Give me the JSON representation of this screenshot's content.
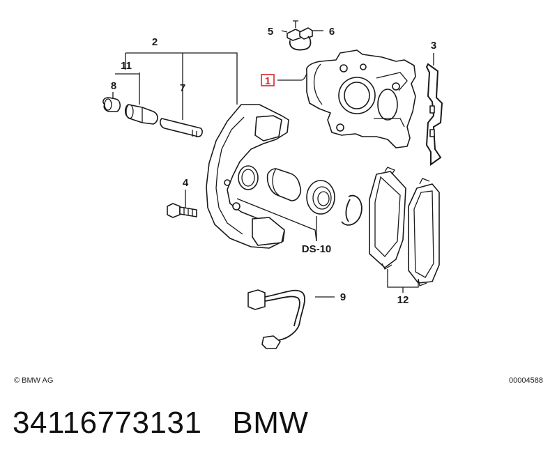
{
  "callouts": {
    "c1": "1",
    "c2": "2",
    "c3": "3",
    "c4": "4",
    "c5": "5",
    "c6": "6",
    "c7": "7",
    "c8": "8",
    "c9": "9",
    "c11": "11",
    "c12": "12",
    "ds10": "DS-10"
  },
  "highlight_color": "#d9252a",
  "footer": {
    "copyright": "© BMW AG",
    "drawing_number": "00004588"
  },
  "part": {
    "number": "34116773131",
    "brand": "BMW"
  }
}
